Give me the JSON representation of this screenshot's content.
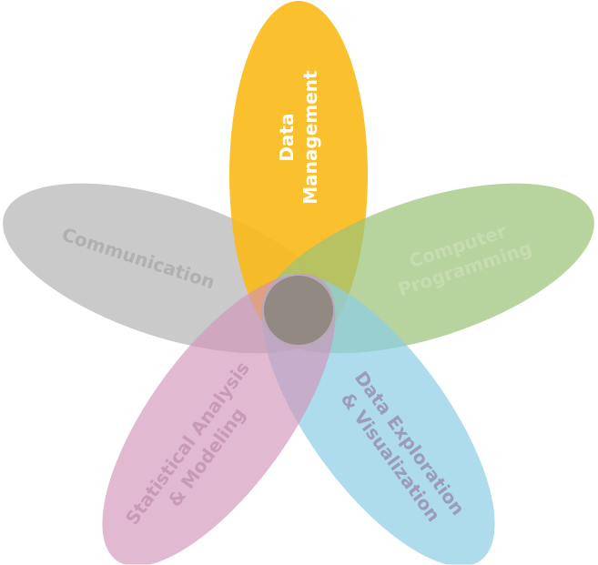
{
  "title": "Data Science Skills",
  "petals": [
    {
      "id": "data-management",
      "lines": [
        "Data",
        "Management"
      ],
      "color": "#fbb917",
      "opacity": 0.9,
      "text_color": "#ffffff"
    },
    {
      "id": "computer-programming",
      "lines": [
        "Computer",
        "Programming"
      ],
      "color": "#9cc378",
      "opacity": 0.72,
      "text_color": "#c6dcb0"
    },
    {
      "id": "data-exploration",
      "lines": [
        "Data Exploration",
        "& Visualization"
      ],
      "color": "#8ccde5",
      "opacity": 0.7,
      "text_color": "#9a9cb8"
    },
    {
      "id": "statistical-analysis",
      "lines": [
        "Statistical Analysis",
        "& Modeling"
      ],
      "color": "#d193b9",
      "opacity": 0.65,
      "text_color": "#c99ab8"
    },
    {
      "id": "communication",
      "lines": [
        "Communication"
      ],
      "color": "#b4b4b4",
      "opacity": 0.7,
      "text_color": "#b0b0b0"
    }
  ],
  "center_color": "#8a8478"
}
